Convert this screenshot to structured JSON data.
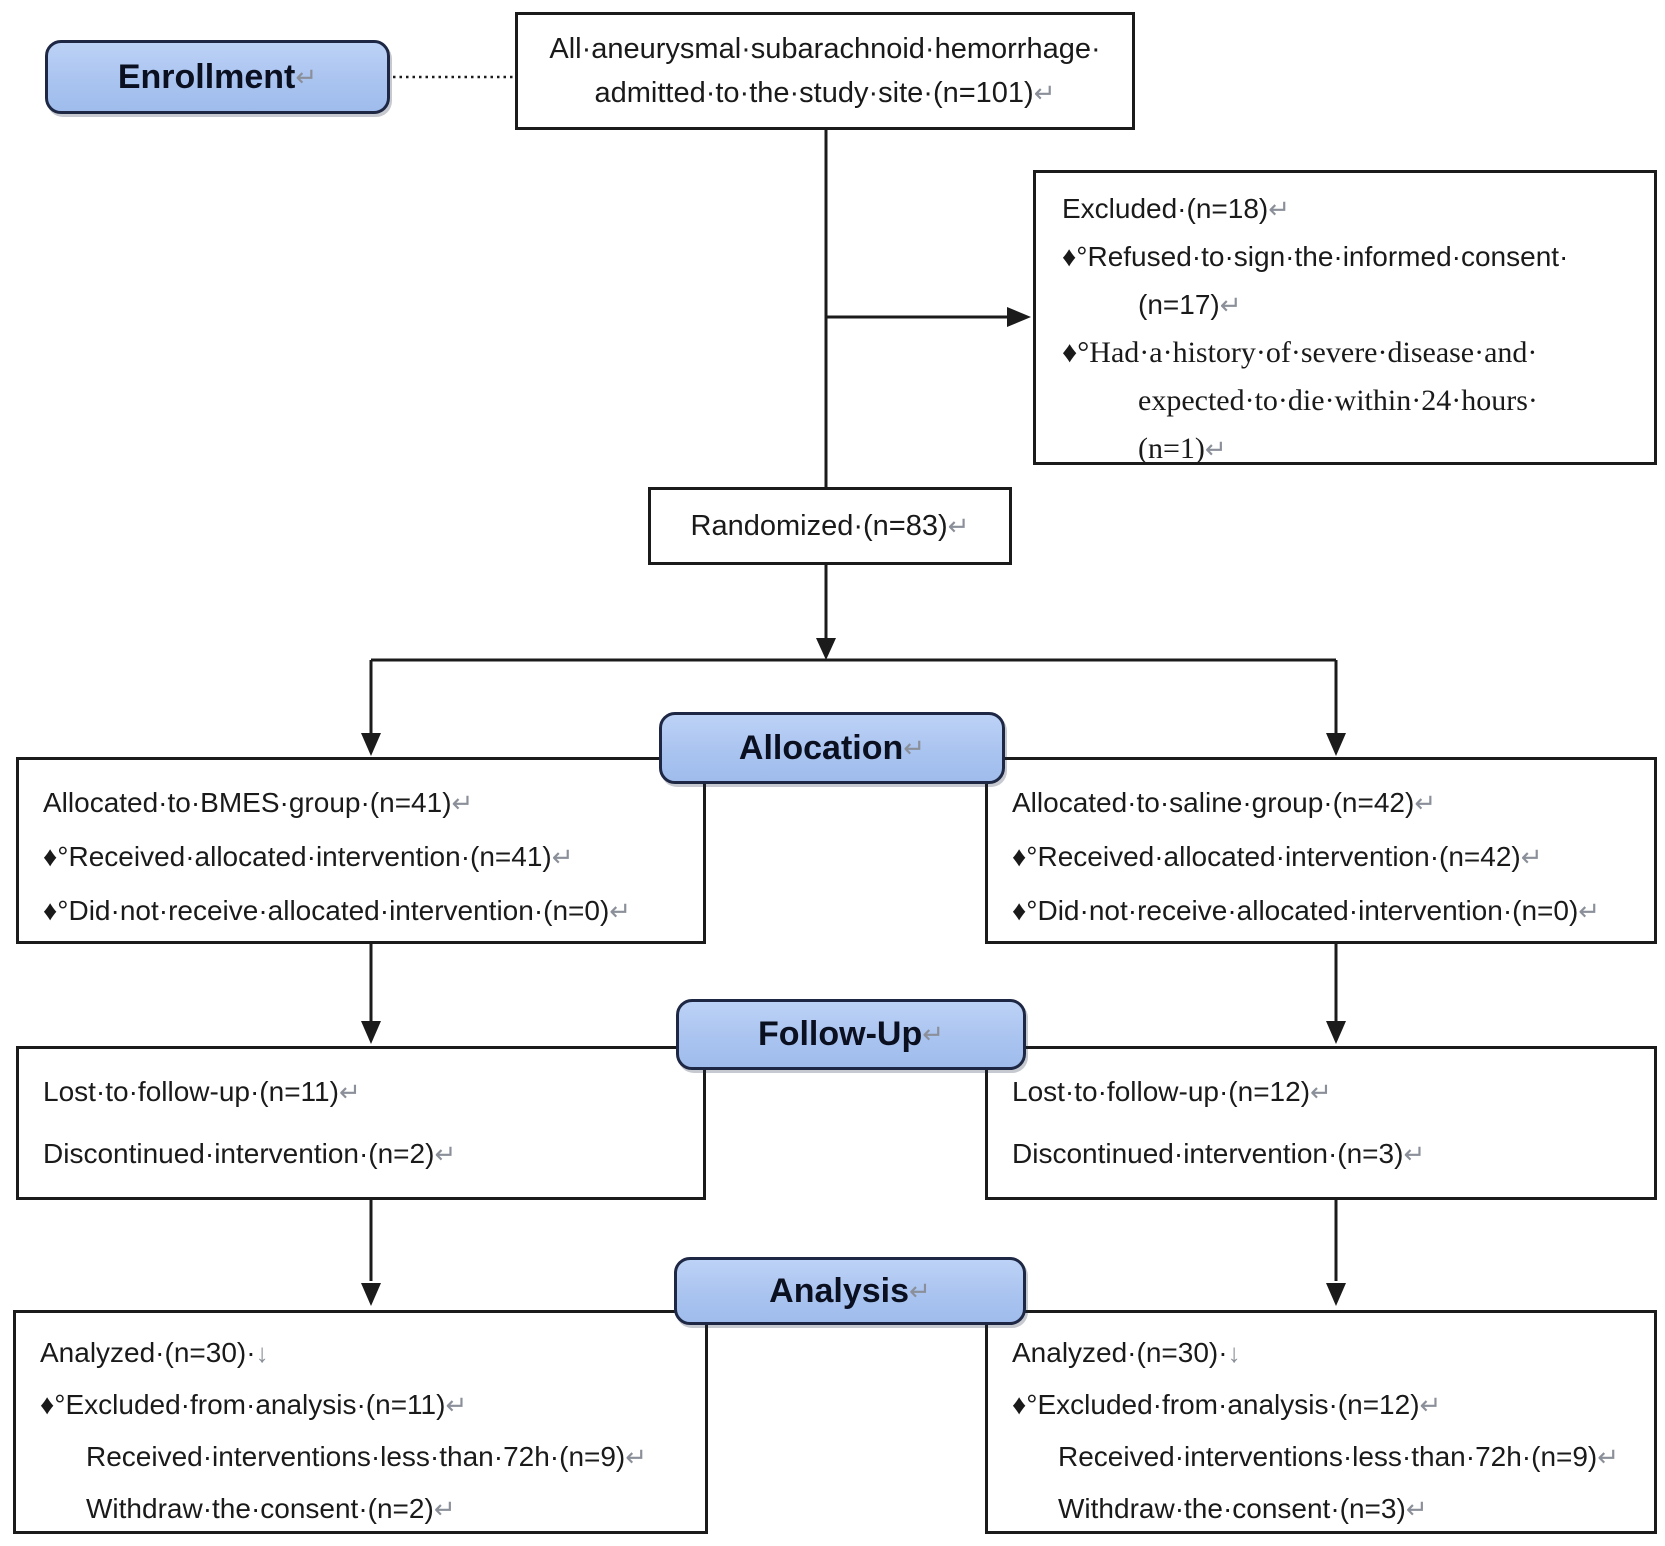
{
  "diagram": {
    "stage_pills": {
      "enrollment": {
        "label": "Enrollment",
        "mark": "↵"
      },
      "allocation": {
        "label": "Allocation",
        "mark": "↵"
      },
      "follow_up": {
        "label": "Follow-Up",
        "mark": "↵"
      },
      "analysis": {
        "label": "Analysis",
        "mark": "↵"
      }
    },
    "admitted_box": {
      "line1": {
        "text": "All·aneurysmal·subarachnoid·hemorrhage·",
        "mark": ""
      },
      "line2": {
        "text": "admitted·to·the·study·site·(n=101)",
        "mark": "↵"
      }
    },
    "excluded_box": {
      "lines": [
        {
          "text": "Excluded·(n=18)",
          "mark": "↵"
        },
        {
          "text": "♦°Refused·to·sign·the·informed·consent·",
          "mark": ""
        },
        {
          "text": "(n=17)",
          "mark": "↵"
        },
        {
          "text": "♦°Had·a·history·of·severe·disease·and·",
          "mark": ""
        },
        {
          "text": "expected·to·die·within·24·hours·",
          "mark": ""
        },
        {
          "text": "(n=1)",
          "mark": "↵"
        }
      ]
    },
    "randomized_box": {
      "text": "Randomized·(n=83)",
      "mark": "↵"
    },
    "allocation_left": {
      "lines": [
        {
          "text": "Allocated·to·BMES·group·(n=41)",
          "mark": "↵"
        },
        {
          "text": "♦°Received·allocated·intervention·(n=41)",
          "mark": "↵"
        },
        {
          "text": "♦°Did·not·receive·allocated·intervention·(n=0)",
          "mark": "↵"
        }
      ]
    },
    "allocation_right": {
      "lines": [
        {
          "text": "Allocated·to·saline·group·(n=42)",
          "mark": "↵"
        },
        {
          "text": "♦°Received·allocated·intervention·(n=42)",
          "mark": "↵"
        },
        {
          "text": "♦°Did·not·receive·allocated·intervention·(n=0)",
          "mark": "↵"
        }
      ]
    },
    "followup_left": {
      "lines": [
        {
          "text": "Lost·to·follow-up·(n=11)",
          "mark": "↵"
        },
        {
          "text": "Discontinued·intervention·(n=2)",
          "mark": "↵"
        }
      ]
    },
    "followup_right": {
      "lines": [
        {
          "text": "Lost·to·follow-up·(n=12)",
          "mark": "↵"
        },
        {
          "text": "Discontinued·intervention·(n=3)",
          "mark": "↵"
        }
      ]
    },
    "analysis_left": {
      "lines": [
        {
          "text": "Analyzed·(n=30)·",
          "mark": "↓"
        },
        {
          "text": "♦°Excluded·from·analysis·(n=11)",
          "mark": "↵"
        },
        {
          "text": "Received·interventions·less·than·72h·(n=9)",
          "mark": "↵"
        },
        {
          "text": "Withdraw·the·consent·(n=2)",
          "mark": "↵"
        }
      ]
    },
    "analysis_right": {
      "lines": [
        {
          "text": "Analyzed·(n=30)·",
          "mark": "↓"
        },
        {
          "text": "♦°Excluded·from·analysis·(n=12)",
          "mark": "↵"
        },
        {
          "text": "Received·interventions·less·than·72h·(n=9)",
          "mark": "↵"
        },
        {
          "text": "Withdraw·the·consent·(n=3)",
          "mark": "↵"
        }
      ]
    },
    "colors": {
      "pill_fill": "#aac4f0",
      "pill_border": "#1e2844",
      "box_border": "#1b1b1b",
      "text": "#1a1a1a",
      "format_mark": "#8a8f99"
    }
  }
}
